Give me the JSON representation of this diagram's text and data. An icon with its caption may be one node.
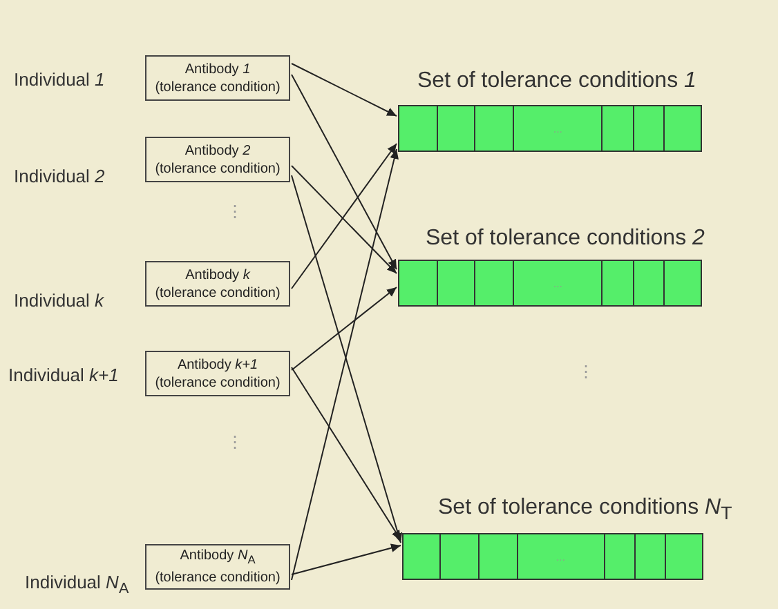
{
  "diagram": {
    "nodes": [
      {
        "text": [
          "Antibody *1*",
          "(tolerance condition)"
        ],
        "beside": [
          "Individual *1*"
        ]
      },
      {
        "text": [
          "Set of tolerance conditions *1*",
          "..."
        ]
      },
      {
        "text": [
          "Antibody *2*",
          "(tolerance condition)"
        ],
        "beside": [
          "Individual *2*"
        ]
      },
      {
        "text": [
          "Set of tolerance conditions *2*",
          "..."
        ]
      },
      {
        "text": [
          "Antibody *k*",
          "(tolerance condition)"
        ],
        "beside": [
          "Individual *k*"
        ]
      },
      {
        "text": [
          "Antibody *k+1*",
          "(tolerance condition)"
        ],
        "beside": [
          "Individual *k+1*"
        ]
      },
      {
        "text": [
          "Set of tolerance conditions *N*$_{T}$",
          "..."
        ]
      },
      {
        "text": [
          "Antibody *N*$_{A}$",
          "(tolerance condition)"
        ],
        "beside": [
          "Individual *N*$_{A}$"
        ]
      }
    ],
    "edges": [
      {
        "from": 0,
        "to": 1,
        "arrow": "to"
      },
      {
        "from": 0,
        "to": 3,
        "arrow": "to"
      },
      {
        "from": 2,
        "to": 3,
        "arrow": "to"
      },
      {
        "from": 2,
        "to": 6,
        "arrow": "to"
      },
      {
        "from": 4,
        "to": 1,
        "arrow": "to"
      },
      {
        "from": 5,
        "to": 3,
        "arrow": "to"
      },
      {
        "from": 5,
        "to": 6,
        "arrow": "to"
      },
      {
        "from": 7,
        "to": 1,
        "arrow": "to"
      },
      {
        "from": 7,
        "to": 6,
        "arrow": "to"
      }
    ],
    "labels": [
      "⋮",
      "⋮",
      "⋮"
    ]
  }
}
